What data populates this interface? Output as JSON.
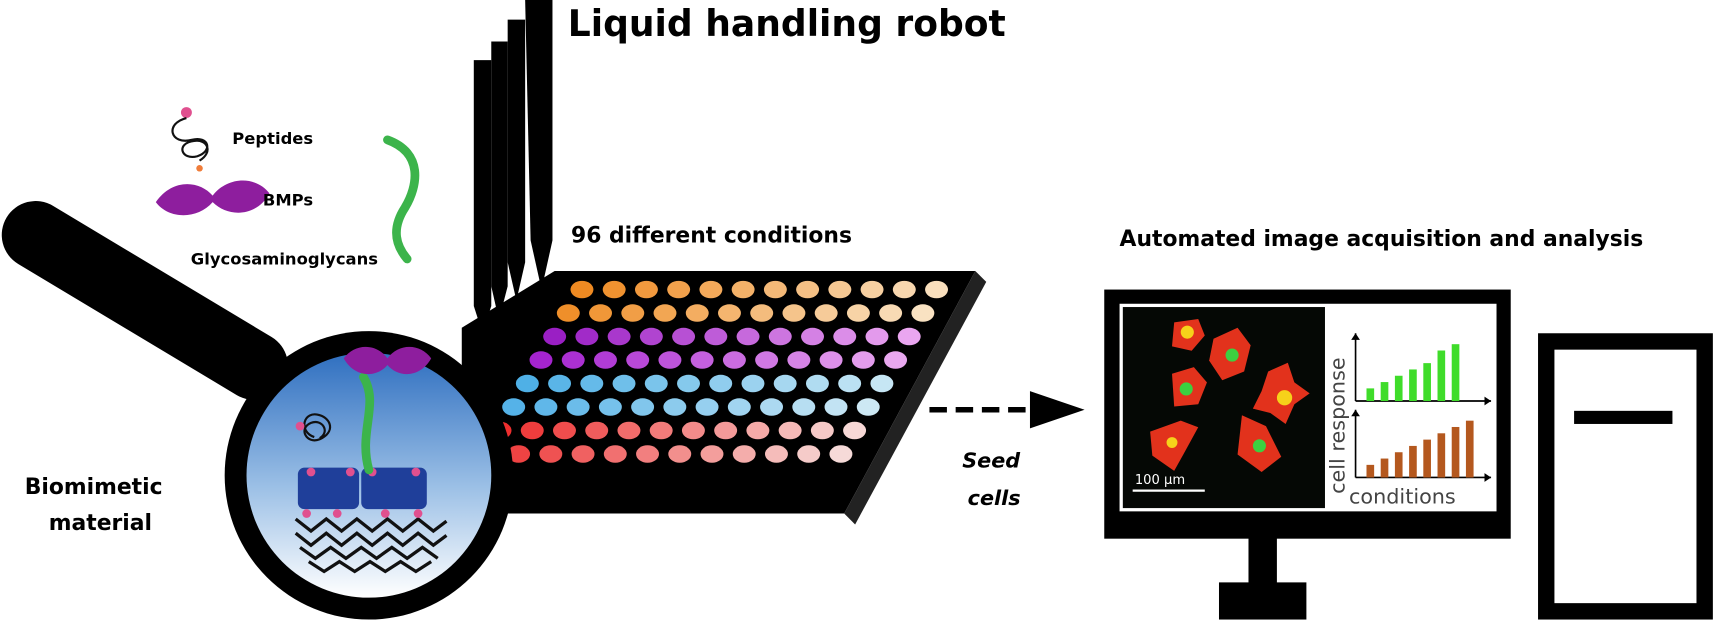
{
  "title": "Liquid handling robot",
  "molecules": {
    "peptides": "Peptides",
    "bmps": "BMPs",
    "gags": "Glycosaminoglycans"
  },
  "material_label": [
    "Biomimetic",
    "material"
  ],
  "plate_label": "96 different conditions",
  "seed_label": [
    "Seed",
    "cells"
  ],
  "analysis_label": "Automated image acquisition and analysis",
  "micrograph": {
    "scale_bar": "100 µm"
  },
  "mini_charts": {
    "ylabel": "cell response",
    "xlabel": "conditions",
    "top_series": {
      "color": "#3fdc2a",
      "values": [
        2,
        3,
        4,
        5,
        6,
        8,
        9
      ]
    },
    "bottom_series": {
      "color": "#b4581e",
      "values": [
        2,
        3,
        4,
        5,
        6,
        7,
        8,
        9
      ]
    }
  },
  "plate": {
    "rows": 8,
    "cols": 12,
    "row_colors": [
      [
        "#ef8a22",
        "#f9dfbd"
      ],
      [
        "#ef8f2a",
        "#f9e2c2"
      ],
      [
        "#9a1fc4",
        "#eaa6f0"
      ],
      [
        "#a524cf",
        "#e9a8ef"
      ],
      [
        "#4fb0e6",
        "#c6e6f4"
      ],
      [
        "#55b2e8",
        "#cde8f4"
      ],
      [
        "#ee2e2e",
        "#f7d8d6"
      ],
      [
        "#ee3434",
        "#f6dad8"
      ]
    ]
  },
  "colors": {
    "magnifier_inner_top": "#2f6fc0",
    "gag_green": "#3cb44b",
    "bmp_purple": "#8e1e9e"
  }
}
